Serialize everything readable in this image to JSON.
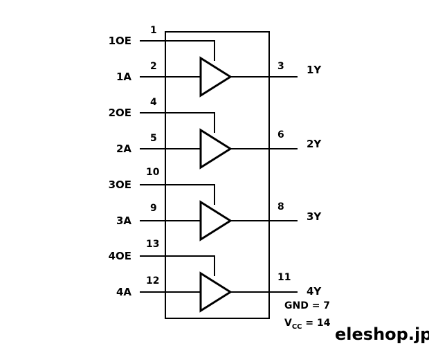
{
  "gates": [
    {
      "oe_label": "1OE",
      "oe_pin": "1",
      "in_label": "1A",
      "in_pin": "2",
      "out_label": "1Y",
      "out_pin": "3"
    },
    {
      "oe_label": "2OE",
      "oe_pin": "4",
      "in_label": "2A",
      "in_pin": "5",
      "out_label": "2Y",
      "out_pin": "6"
    },
    {
      "oe_label": "3OE",
      "oe_pin": "10",
      "in_label": "3A",
      "in_pin": "9",
      "out_label": "3Y",
      "out_pin": "8"
    },
    {
      "oe_label": "4OE",
      "oe_pin": "13",
      "in_label": "4A",
      "in_pin": "12",
      "out_label": "4Y",
      "out_pin": "11"
    }
  ],
  "power": {
    "gnd": "GND = 7",
    "vcc_main": "V",
    "vcc_sub": "CC",
    "vcc_value": " = 14"
  },
  "watermark": "eleshop.jp",
  "colors": {
    "line": "#000000",
    "background": "#ffffff"
  }
}
